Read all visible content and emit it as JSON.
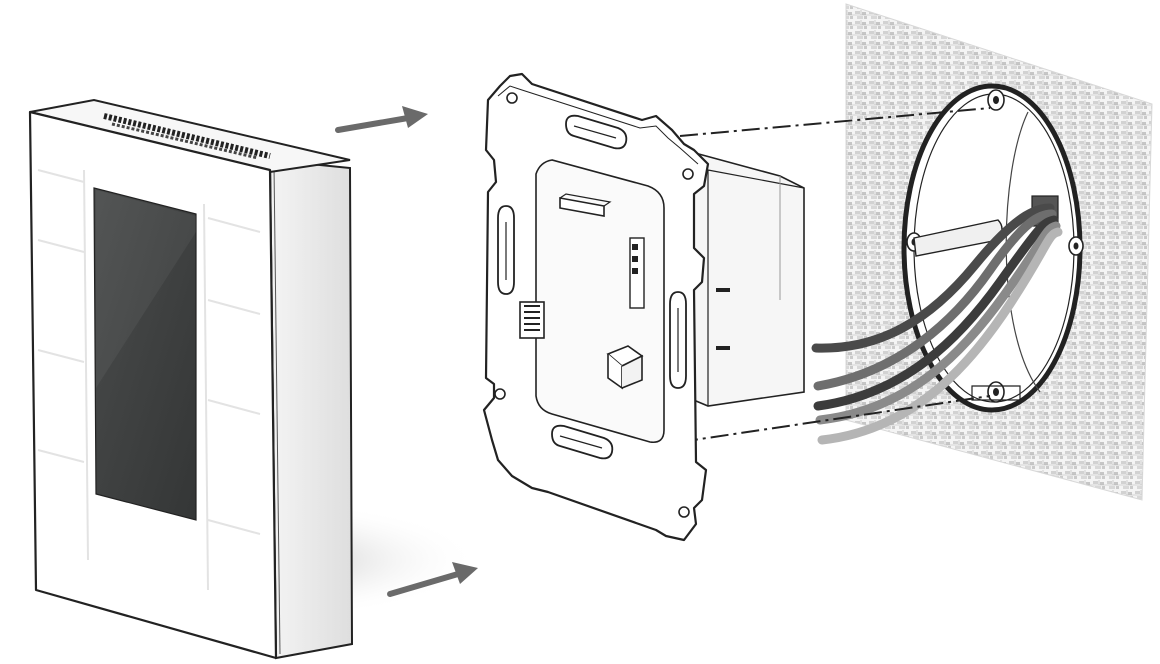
{
  "diagram": {
    "kind": "exploded-installation-view",
    "parts": [
      {
        "id": "thermostat-front-panel",
        "label": ""
      },
      {
        "id": "mounting-frame",
        "label": ""
      },
      {
        "id": "wall-junction-box",
        "label": ""
      }
    ],
    "arrows": [
      "arrow-upper",
      "arrow-lower"
    ],
    "cables": 5
  },
  "colors": {
    "stroke": "#2a2a2a",
    "panel": "#ffffff",
    "panel_side": "#e8e8e8",
    "screen": "#3f4141",
    "arrow": "#666666",
    "cable_dark": "#4a4a4a",
    "cable_mid": "#6e6e6e",
    "cable_light": "#9a9a9a",
    "cable_lighter": "#b8b8b8",
    "wall": "#dcdcdc",
    "shadow": "#bdbdbd"
  }
}
